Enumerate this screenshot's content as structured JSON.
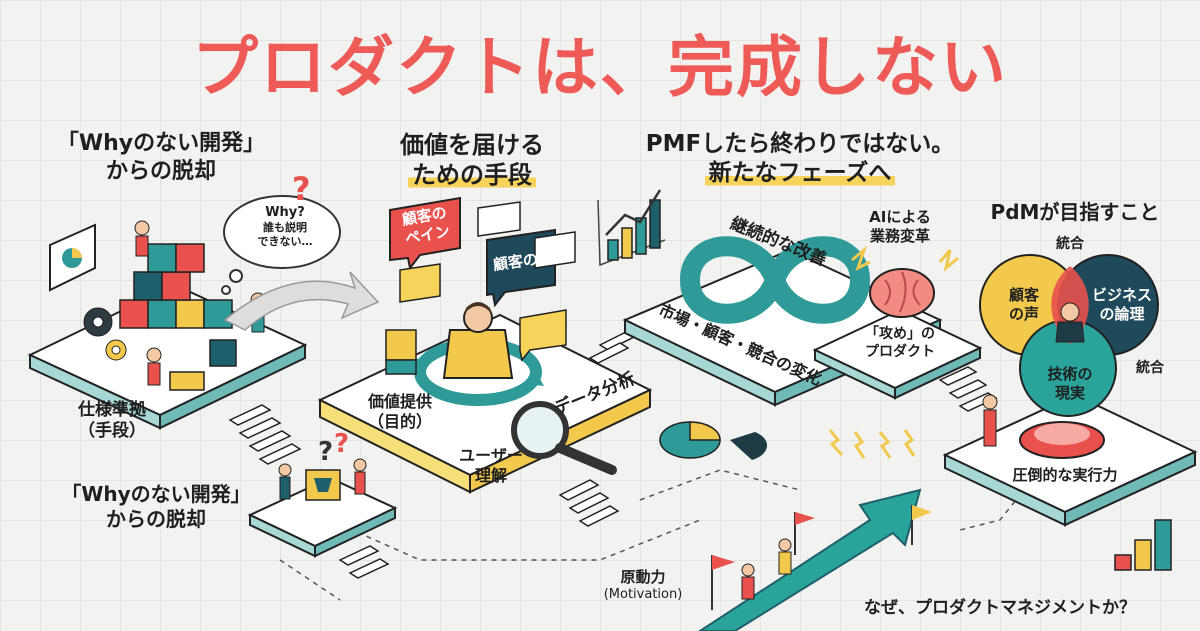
{
  "title": "プロダクトは、完成しない",
  "sections": {
    "left": {
      "heading_line1": "「Whyのない開発」",
      "heading_line2": "からの脱却",
      "speech_bubble_line1": "Why?",
      "speech_bubble_line2": "誰も説明",
      "speech_bubble_line3": "できない…",
      "spec_label_line1": "仕様準拠",
      "spec_label_line2": "（手段）",
      "bottom_heading_line1": "「Whyのない開発」",
      "bottom_heading_line2": "からの脱却"
    },
    "center": {
      "heading_line1": "価値を届ける",
      "heading_line2": "ための手段",
      "customer_pain_line1": "顧客の",
      "customer_pain_line2": "ペイン",
      "customer_voice": "顧客の声",
      "value_label_line1": "価値提供",
      "value_label_line2": "（目的）",
      "user_label_line1": "ユーザー",
      "user_label_line2": "理解",
      "data_label": "データ分析"
    },
    "right_center": {
      "heading_line1": "PMFしたら終わりではない。",
      "heading_line2": "新たなフェーズへ",
      "continuous_label": "継続的な改善",
      "market_label": "市場・顧客・競合の変化",
      "ai_label_line1": "AIによる",
      "ai_label_line2": "業務変革",
      "offense_line1": "「攻め」の",
      "offense_line2": "プロダクト"
    },
    "right": {
      "heading": "PdMが目指すこと",
      "integration_top": "統合",
      "integration_right": "統合",
      "voice_line1": "顧客",
      "voice_line2": "の声",
      "business_line1": "ビジネス",
      "business_line2": "の論理",
      "tech_line1": "技術の",
      "tech_line2": "現実",
      "execution": "圧倒的な実行力"
    },
    "bottom": {
      "motivation_line1": "原動力",
      "motivation_line2": "(Motivation)",
      "question": "なぜ、プロダクトマネジメントか？"
    }
  },
  "colors": {
    "title_red": "#ee5a55",
    "teal": "#2f9a98",
    "dark_teal": "#1f5f6b",
    "yellow": "#f7d35b",
    "red": "#e8514c",
    "highlight": "#f7d35b",
    "venn_yellow": "#f2c94c",
    "venn_navy": "#1e4a5c",
    "venn_teal": "#2aa39a"
  },
  "icons": [
    "question-mark-icon",
    "infinity-loop-icon",
    "brain-icon",
    "magnifier-icon",
    "pie-chart-icon",
    "bar-chart-icon",
    "growth-arrow-icon",
    "flag-icon",
    "lightning-icon",
    "chat-bubble-icon"
  ]
}
